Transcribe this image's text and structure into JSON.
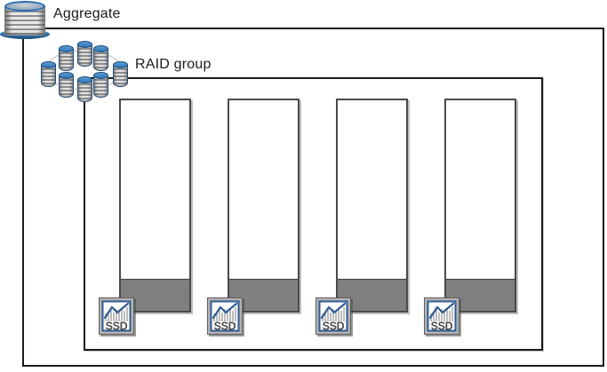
{
  "aggregate": {
    "label": "Aggregate",
    "icon": "database-cylinder-icon"
  },
  "raid_group": {
    "label": "RAID group",
    "icon": "disk-cluster-icon",
    "cluster_cylinder_count": 8
  },
  "disks": [
    {
      "type": "SSD",
      "label": "SSD",
      "used_fraction": 0.15
    },
    {
      "type": "SSD",
      "label": "SSD",
      "used_fraction": 0.15
    },
    {
      "type": "SSD",
      "label": "SSD",
      "used_fraction": 0.15
    },
    {
      "type": "SSD",
      "label": "SSD",
      "used_fraction": 0.15
    }
  ],
  "colors": {
    "accent_blue": "#2e75b6",
    "accent_blue_dark": "#1f4e79",
    "disk_fill_gray": "#7f7f7f",
    "icon_frame_gray": "#b3b3b3",
    "icon_blue": "#2f5b94",
    "border_dark": "#1a1a1a"
  }
}
